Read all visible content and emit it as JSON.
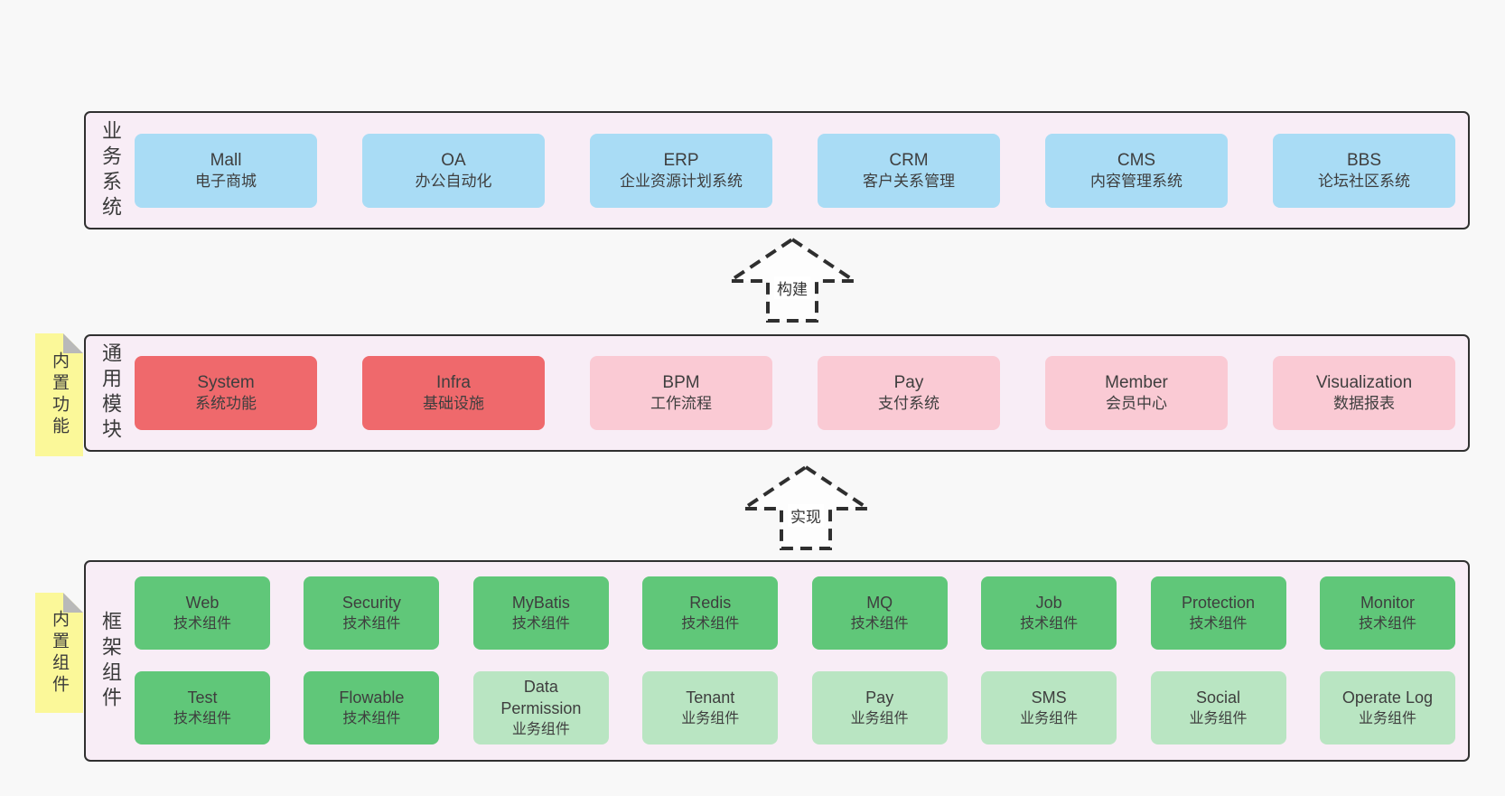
{
  "colors": {
    "page-bg": "#f8f8f8",
    "panel-bg": "#f8edf6",
    "panel-border": "#303030",
    "box-blue": "#a9dcf5",
    "box-red": "#ef696c",
    "box-pink": "#facad4",
    "box-green": "#60c779",
    "box-green-light": "#b9e5c2",
    "sticky-yellow": "#fbf899",
    "sticky-fold": "#b9b9b9",
    "text": "#3e3e3e"
  },
  "business": {
    "label": "业务系统",
    "items": [
      {
        "name": "Mall",
        "desc": "电子商城"
      },
      {
        "name": "OA",
        "desc": "办公自动化"
      },
      {
        "name": "ERP",
        "desc": "企业资源计划系统"
      },
      {
        "name": "CRM",
        "desc": "客户关系管理"
      },
      {
        "name": "CMS",
        "desc": "内容管理系统"
      },
      {
        "name": "BBS",
        "desc": "论坛社区系统"
      }
    ]
  },
  "arrow_build": {
    "label": "构建"
  },
  "arrow_implement": {
    "label": "实现"
  },
  "modules": {
    "label": "通用模块",
    "tag": "内置功能",
    "items": [
      {
        "name": "System",
        "desc": "系统功能"
      },
      {
        "name": "Infra",
        "desc": "基础设施"
      },
      {
        "name": "BPM",
        "desc": "工作流程"
      },
      {
        "name": "Pay",
        "desc": "支付系统"
      },
      {
        "name": "Member",
        "desc": "会员中心"
      },
      {
        "name": "Visualization",
        "desc": "数据报表"
      }
    ]
  },
  "framework": {
    "label": "框架组件",
    "tag": "内置组件",
    "row1": [
      {
        "name": "Web",
        "desc": "技术组件"
      },
      {
        "name": "Security",
        "desc": "技术组件"
      },
      {
        "name": "MyBatis",
        "desc": "技术组件"
      },
      {
        "name": "Redis",
        "desc": "技术组件"
      },
      {
        "name": "MQ",
        "desc": "技术组件"
      },
      {
        "name": "Job",
        "desc": "技术组件"
      },
      {
        "name": "Protection",
        "desc": "技术组件"
      },
      {
        "name": "Monitor",
        "desc": "技术组件"
      }
    ],
    "row2": [
      {
        "name": "Test",
        "desc": "技术组件"
      },
      {
        "name": "Flowable",
        "desc": "技术组件"
      },
      {
        "name": "Data Permission",
        "desc": "业务组件"
      },
      {
        "name": "Tenant",
        "desc": "业务组件"
      },
      {
        "name": "Pay",
        "desc": "业务组件"
      },
      {
        "name": "SMS",
        "desc": "业务组件"
      },
      {
        "name": "Social",
        "desc": "业务组件"
      },
      {
        "name": "Operate Log",
        "desc": "业务组件"
      }
    ]
  }
}
